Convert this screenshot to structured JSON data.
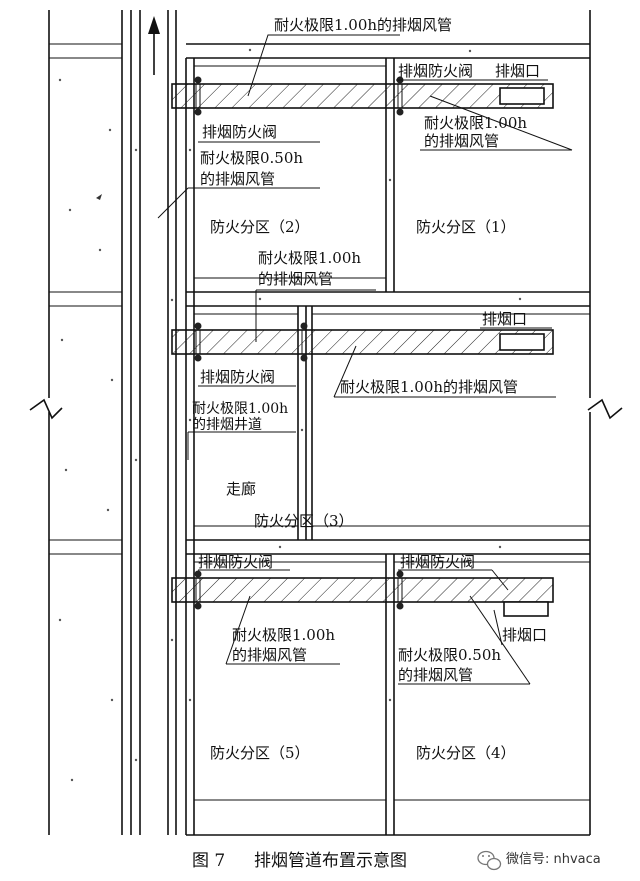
{
  "labels": {
    "duct_1h_top": "耐火极限1.00h的排烟风管",
    "damper_top_right": "排烟防火阀",
    "outlet_top": "排烟口",
    "damper_top_left": "排烟防火阀",
    "duct_05h_left_line1": "耐火极限0.50h",
    "duct_05h_left_line2": "的排烟风管",
    "duct_1h_right_line1": "耐火极限1.00h",
    "duct_1h_right_line2": "的排烟风管",
    "zone_2": "防火分区（2）",
    "zone_1": "防火分区（1）",
    "duct_1h_mid_line1": "耐火极限1.00h",
    "duct_1h_mid_line2": "的排烟风管",
    "outlet_mid": "排烟口",
    "damper_mid": "排烟防火阀",
    "duct_1h_mid_right": "耐火极限1.00h的排烟风管",
    "shaft_line1": "耐火极限1.00h",
    "shaft_line2": "的排烟井道",
    "corridor": "走廊",
    "zone_3": "防火分区（3）",
    "damper_bot_left": "排烟防火阀",
    "damper_bot_right": "排烟防火阀",
    "outlet_bot": "排烟口",
    "duct_1h_bot_line1": "耐火极限1.00h",
    "duct_1h_bot_line2": "的排烟风管",
    "duct_05h_bot_line1": "耐火极限0.50h",
    "duct_05h_bot_line2": "的排烟风管",
    "zone_5": "防火分区（5）",
    "zone_4": "防火分区（4）"
  },
  "caption": {
    "figure_no": "图 7",
    "title": "排烟管道布置示意图"
  },
  "watermark": {
    "text": "微信号: nhvaca",
    "icon": "wechat-icon"
  }
}
